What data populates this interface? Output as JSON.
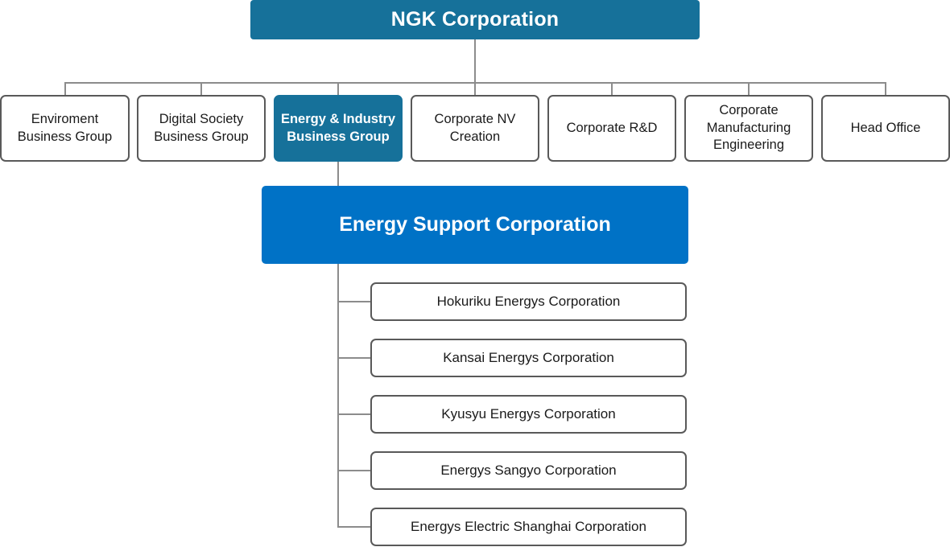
{
  "root": {
    "label": "NGK Corporation",
    "color": "#16719a"
  },
  "divisions": [
    {
      "label": "Enviroment\nBusiness Group",
      "highlighted": false
    },
    {
      "label": "Digital Society\nBusiness Group",
      "highlighted": false
    },
    {
      "label": "Energy & Industry\nBusiness Group",
      "highlighted": true
    },
    {
      "label": "Corporate NV\nCreation",
      "highlighted": false
    },
    {
      "label": "Corporate R&D",
      "highlighted": false
    },
    {
      "label": "Corporate\nManufacturing\nEngineering",
      "highlighted": false
    },
    {
      "label": "Head Office",
      "highlighted": false
    }
  ],
  "company": {
    "label": "Energy Support Corporation",
    "color": "#0072c6"
  },
  "subsidiaries": [
    {
      "label": "Hokuriku Energys Corporation"
    },
    {
      "label": "Kansai Energys Corporation"
    },
    {
      "label": "Kyusyu Energys Corporation"
    },
    {
      "label": "Energys Sangyo Corporation"
    },
    {
      "label": "Energys Electric Shanghai Corporation"
    }
  ],
  "colors": {
    "line": "#8c8c8c",
    "box_border": "#595959",
    "text": "#1a1a1a"
  }
}
